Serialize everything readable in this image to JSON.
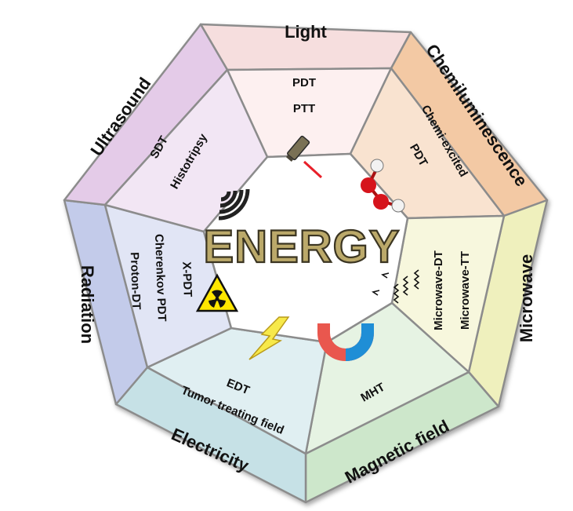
{
  "center": {
    "label": "ENERGY"
  },
  "sectors": [
    {
      "id": "light",
      "title": "Light",
      "items": [
        "PDT",
        "PTT"
      ],
      "outer_color": "#f6dede",
      "inner_color": "#fdf0f0"
    },
    {
      "id": "chemiluminescence",
      "title": "Chemiluminescence",
      "items": [
        "Chemi-excited",
        "PDT"
      ],
      "outer_color": "#f3c9a4",
      "inner_color": "#f9e3d0"
    },
    {
      "id": "microwave",
      "title": "Microwave",
      "items": [
        "Microwave-DT",
        "Microwave-TT"
      ],
      "outer_color": "#eff0bd",
      "inner_color": "#f7f7dd"
    },
    {
      "id": "magnetic-field",
      "title": "Magnetic field",
      "items": [
        "MHT"
      ],
      "outer_color": "#cde7cb",
      "inner_color": "#e6f3e3"
    },
    {
      "id": "electricity",
      "title": "Electricity",
      "items": [
        "EDT",
        "Tumor treating field"
      ],
      "outer_color": "#c6e1e6",
      "inner_color": "#e0eff2"
    },
    {
      "id": "radiation",
      "title": "Radiation",
      "items": [
        "X-PDT",
        "Cherenkov PDT",
        "Proton-DT"
      ],
      "outer_color": "#c3cbea",
      "inner_color": "#e1e5f5"
    },
    {
      "id": "ultrasound",
      "title": "Ultrasound",
      "items": [
        "SDT",
        "Histotripsy"
      ],
      "outer_color": "#e4cbe8",
      "inner_color": "#f2e6f4"
    }
  ],
  "icons": [
    "laser-pointer-icon",
    "hydrogen-peroxide-molecule-icon",
    "microwave-wave-icon",
    "magnet-icon",
    "lightning-bolt-icon",
    "radiation-hazard-icon",
    "ultrasound-wave-icon"
  ],
  "colors": {
    "divider": "#8c8c8c",
    "center_text_fill": "#bba96a",
    "laser_red": "#e8202a",
    "bolt_yellow": "#f7e94a",
    "hazard_yellow": "#ffe600"
  }
}
